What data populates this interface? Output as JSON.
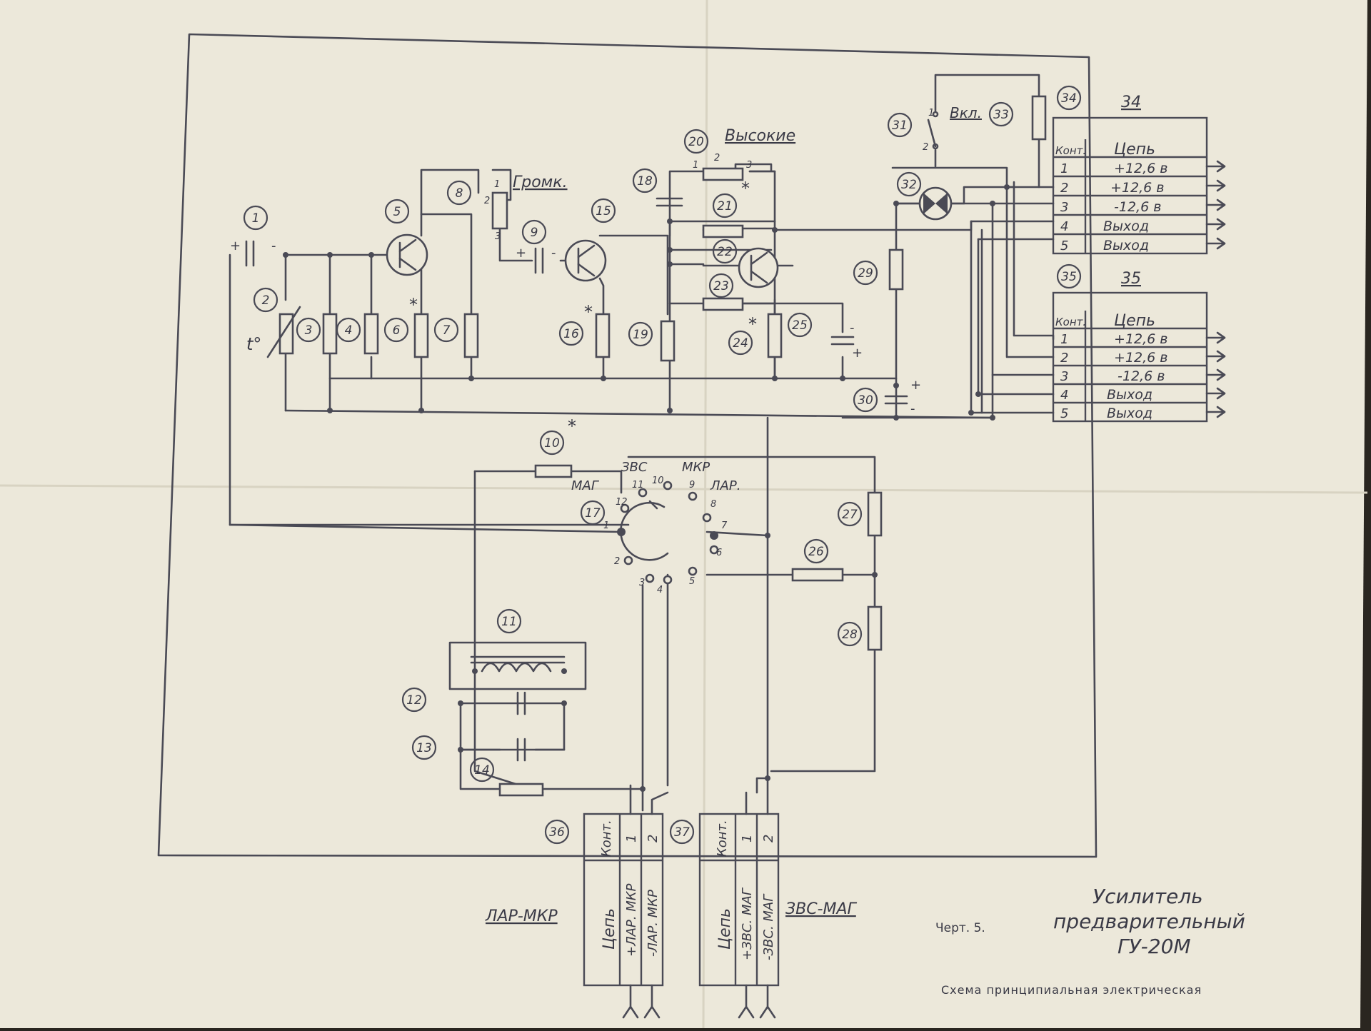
{
  "labels": {
    "gromk": "Громк.",
    "vysokie": "Высокие",
    "vkl": "Вкл.",
    "zvs": "ЗВС",
    "mkr": "МКР",
    "mag": "МАГ",
    "lar": "ЛАР.",
    "lar_mkr": "ЛАР-МКР",
    "zvs_mag": "ЗВС-МАГ",
    "chert": "Черт. 5.",
    "title_l1": "Усилитель",
    "title_l2": "предварительный",
    "title_l3": "ГУ-20М",
    "subtitle": "Схема принципиальная электрическая",
    "temp": "t°",
    "star": "*"
  },
  "components": [
    "1",
    "2",
    "3",
    "4",
    "5",
    "6",
    "7",
    "8",
    "9",
    "10",
    "11",
    "12",
    "13",
    "14",
    "15",
    "16",
    "17",
    "18",
    "19",
    "20",
    "21",
    "22",
    "23",
    "24",
    "25",
    "26",
    "27",
    "28",
    "29",
    "30",
    "31",
    "32",
    "33",
    "34",
    "35",
    "36",
    "37"
  ],
  "pin_numbers": {
    "p1": "1",
    "p2": "2",
    "p3": "3",
    "sw1": "1",
    "sw2": "2",
    "sw3": "3",
    "sw4": "4",
    "sw5": "5",
    "sw6": "6",
    "sw7": "7",
    "sw8": "8",
    "sw9": "9",
    "sw10": "10",
    "sw11": "11",
    "sw12": "12"
  },
  "signs": {
    "plus": "+",
    "minus": "-"
  },
  "connector_34": {
    "number": "34",
    "header": [
      "Конт.",
      "Цепь"
    ],
    "rows": [
      {
        "kont": "1",
        "cep": "+12,6 в"
      },
      {
        "kont": "2",
        "cep": "+12,6 в"
      },
      {
        "kont": "3",
        "cep": "-12,6 в"
      },
      {
        "kont": "4",
        "cep": "Выход"
      },
      {
        "kont": "5",
        "cep": "Выход"
      }
    ]
  },
  "connector_35": {
    "number": "35",
    "header": [
      "Конт.",
      "Цепь"
    ],
    "rows": [
      {
        "kont": "1",
        "cep": "+12,6 в"
      },
      {
        "kont": "2",
        "cep": "+12,6 в"
      },
      {
        "kont": "3",
        "cep": "-12,6 в"
      },
      {
        "kont": "4",
        "cep": "Выход"
      },
      {
        "kont": "5",
        "cep": "Выход"
      }
    ]
  },
  "connector_36": {
    "header": [
      "Конт.",
      "1",
      "2"
    ],
    "cep_label": "Цепь",
    "rows": [
      "+ЛАР. МКР",
      "-ЛАР. МКР"
    ]
  },
  "connector_37": {
    "header": [
      "Конт.",
      "1",
      "2"
    ],
    "cep_label": "Цепь",
    "rows": [
      "+ЗВС. МАГ",
      "-ЗВС. МАГ"
    ]
  },
  "colors": {
    "paper": "#ece8da",
    "ink": "#4a4a55",
    "background": "#2a2620"
  }
}
